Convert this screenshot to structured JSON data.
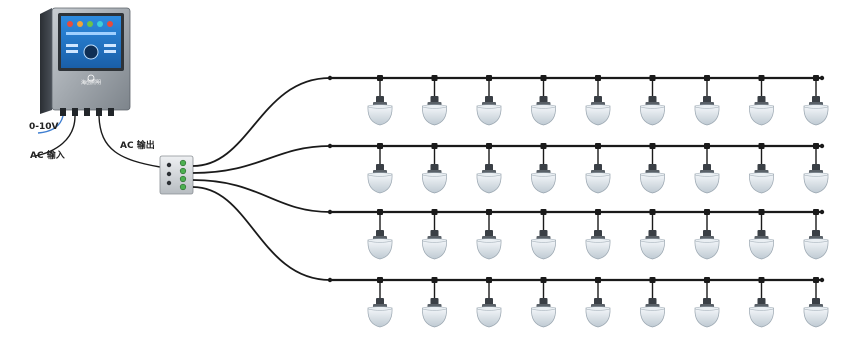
{
  "labels": {
    "control_signal": "0-10V",
    "ac_input": "AC 输入",
    "ac_output": "AC 输出"
  },
  "controller": {
    "brand_text": "海创照明",
    "icon": "control-panel-icon"
  },
  "layout_counts": {
    "rows": 4,
    "lamps_per_row": 9,
    "junction_ports": 4
  },
  "colors": {
    "cable": "#1a1a1a",
    "screen": "#1f73c9",
    "housing": "#8a9096",
    "lamp_shade": "#dfe8ef"
  }
}
